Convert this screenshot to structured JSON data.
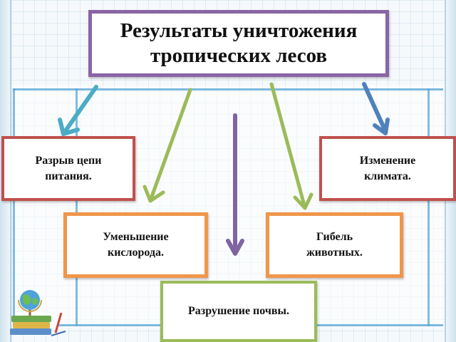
{
  "title": "Результаты уничтожения тропических лесов",
  "nodes": {
    "food_chain": "Разрыв цепи питания.",
    "climate": "Изменение климата.",
    "oxygen": "Уменьшение кислорода.",
    "animals": "Гибель животных.",
    "soil": "Разрушение почвы."
  },
  "colors": {
    "title_border": "#8a64a6",
    "red_border": "#c0504d",
    "orange_border": "#f0964a",
    "green_border": "#9bbb59",
    "arrow_teal": "#4bacc6",
    "arrow_green": "#9bbb59",
    "arrow_purple": "#8064a2",
    "arrow_blue": "#4f81bd"
  },
  "decoration_icon": "globe-books-icon"
}
